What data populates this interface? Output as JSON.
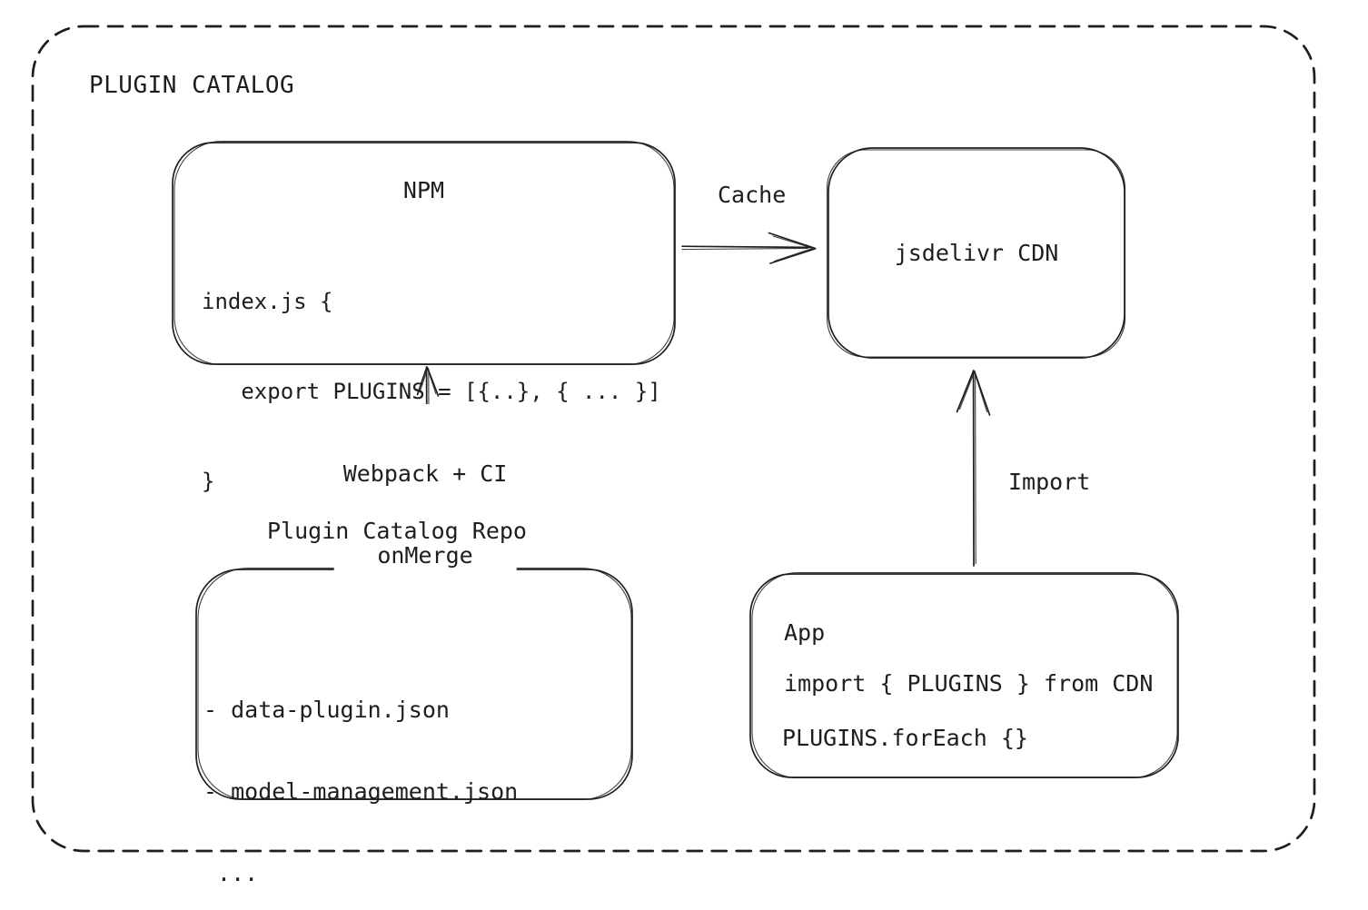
{
  "canvas": {
    "background": "#ffffff",
    "stroke": "#1e1e1e"
  },
  "catalog": {
    "title": "PLUGIN CATALOG",
    "npm": {
      "title": "NPM",
      "code": [
        "index.js {",
        "   export PLUGINS = [{..}, { ... }]",
        "}"
      ]
    },
    "cdn": {
      "label": "jsdelivr CDN"
    },
    "repo": {
      "title": "Plugin Catalog Repo",
      "files": [
        "- data-plugin.json",
        "- model-management.json",
        " ..."
      ]
    },
    "app": {
      "title": "App",
      "code": [
        "import { PLUGINS } from CDN",
        "PLUGINS.forEach {}"
      ]
    },
    "edges": {
      "cache": {
        "label": "Cache"
      },
      "build": {
        "labels": [
          "Webpack + CI",
          "onMerge"
        ]
      },
      "import": {
        "label": "Import"
      }
    }
  }
}
